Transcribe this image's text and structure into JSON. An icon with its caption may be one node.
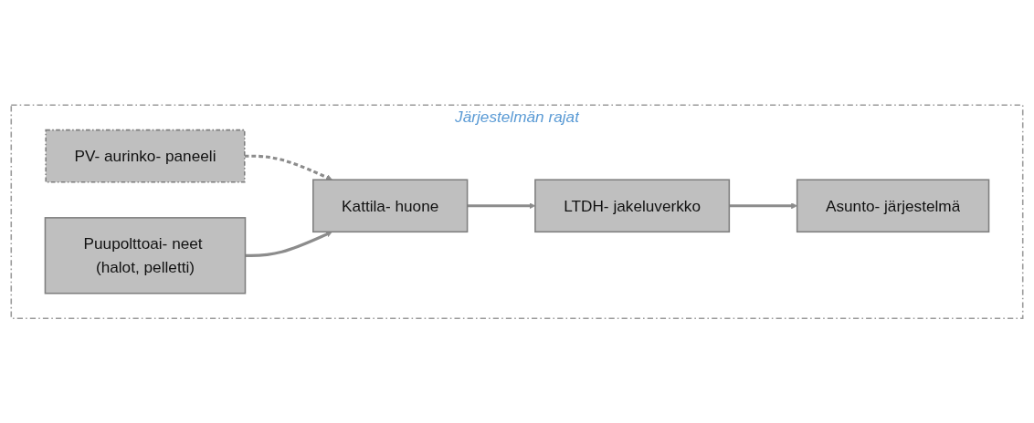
{
  "diagram": {
    "nodes": [
      {
        "text": [
          "Järjestelmän rajat"
        ]
      },
      {
        "text": [
          "PV- aurinko- paneeli"
        ],
        "in": 0
      },
      {
        "text": [
          "Puupolttoai- neet (halot, pelletti)"
        ],
        "in": 0
      },
      {
        "text": [
          "Kattila- huone"
        ],
        "in": 0
      },
      {
        "text": [
          "LTDH- jakeluverkko"
        ],
        "in": 0
      },
      {
        "text": [
          "Asunto- järjestelmä"
        ],
        "in": 0
      }
    ],
    "edges": [
      {
        "from": 1,
        "to": 3,
        "arrow": "to",
        "style": "dashed"
      },
      {
        "from": 2,
        "to": 3,
        "arrow": "to"
      },
      {
        "from": 3,
        "to": 4,
        "arrow": "to"
      },
      {
        "from": 4,
        "to": 5,
        "arrow": "to"
      }
    ]
  }
}
